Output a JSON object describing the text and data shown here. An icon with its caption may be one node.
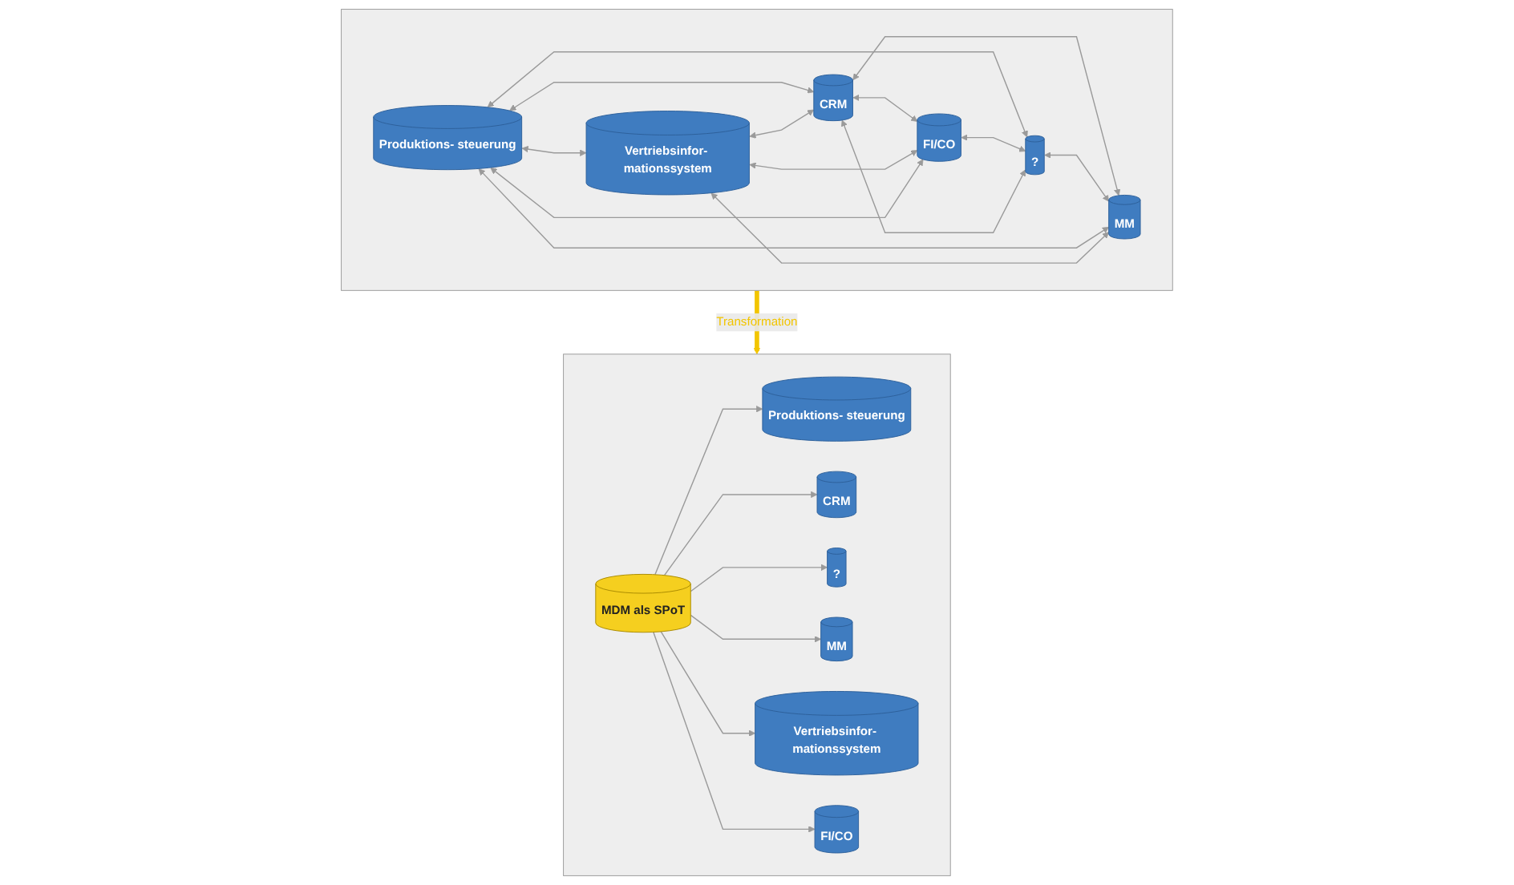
{
  "diagram": {
    "nodes": [
      {
        "text": [],
        "shape": "box"
      },
      {
        "text": [
          "Produktions- steuerung"
        ],
        "in": 0
      },
      {
        "text": [
          "CRM"
        ],
        "in": 0
      },
      {
        "text": [
          "?"
        ],
        "in": 0
      },
      {
        "text": [
          "MM"
        ],
        "in": 0
      },
      {
        "text": [
          "Vertriebsinfor- mationssystem"
        ],
        "in": 0
      },
      {
        "text": [
          "FI/CO"
        ],
        "in": 0
      },
      {
        "text": [],
        "shape": "box"
      },
      {
        "text": [
          "Produktions- steuerung"
        ],
        "in": 7
      },
      {
        "text": [
          "CRM"
        ],
        "in": 7
      },
      {
        "text": [
          "?"
        ],
        "in": 7
      },
      {
        "text": [
          "MM"
        ],
        "in": 7
      },
      {
        "text": [
          "MDM als SPoT"
        ],
        "in": 7
      },
      {
        "text": [
          "Vertriebsinfor- mationssystem"
        ],
        "in": 7
      },
      {
        "text": [
          "FI/CO"
        ],
        "in": 7
      }
    ],
    "edges": [
      {
        "from": 1,
        "to": 2,
        "arrow": "both"
      },
      {
        "from": 1,
        "to": 3,
        "arrow": "both"
      },
      {
        "from": 2,
        "to": 4,
        "arrow": "both"
      },
      {
        "from": 1,
        "to": 5,
        "arrow": "both"
      },
      {
        "from": 2,
        "to": 6,
        "arrow": "both"
      },
      {
        "from": 5,
        "to": 6,
        "arrow": "both"
      },
      {
        "from": 3,
        "to": 2,
        "arrow": "both"
      },
      {
        "from": 3,
        "to": 4,
        "arrow": "both"
      },
      {
        "from": 6,
        "to": 3,
        "arrow": "both"
      },
      {
        "from": 1,
        "to": 4,
        "arrow": "both"
      },
      {
        "from": 1,
        "to": 6,
        "arrow": "both"
      },
      {
        "from": 5,
        "to": 4,
        "arrow": "both"
      },
      {
        "from": 5,
        "to": 2,
        "arrow": "both"
      },
      {
        "from": 0,
        "to": 7,
        "arrow": "to",
        "label": "Transformation",
        "style": "thick",
        "color": "#f2c500"
      },
      {
        "from": 12,
        "to": 8,
        "arrow": "to"
      },
      {
        "from": 12,
        "to": 9,
        "arrow": "to"
      },
      {
        "from": 12,
        "to": 10,
        "arrow": "to"
      },
      {
        "from": 12,
        "to": 11,
        "arrow": "to"
      },
      {
        "from": 12,
        "to": 13,
        "arrow": "to"
      },
      {
        "from": 12,
        "to": 14,
        "arrow": "to"
      }
    ]
  }
}
